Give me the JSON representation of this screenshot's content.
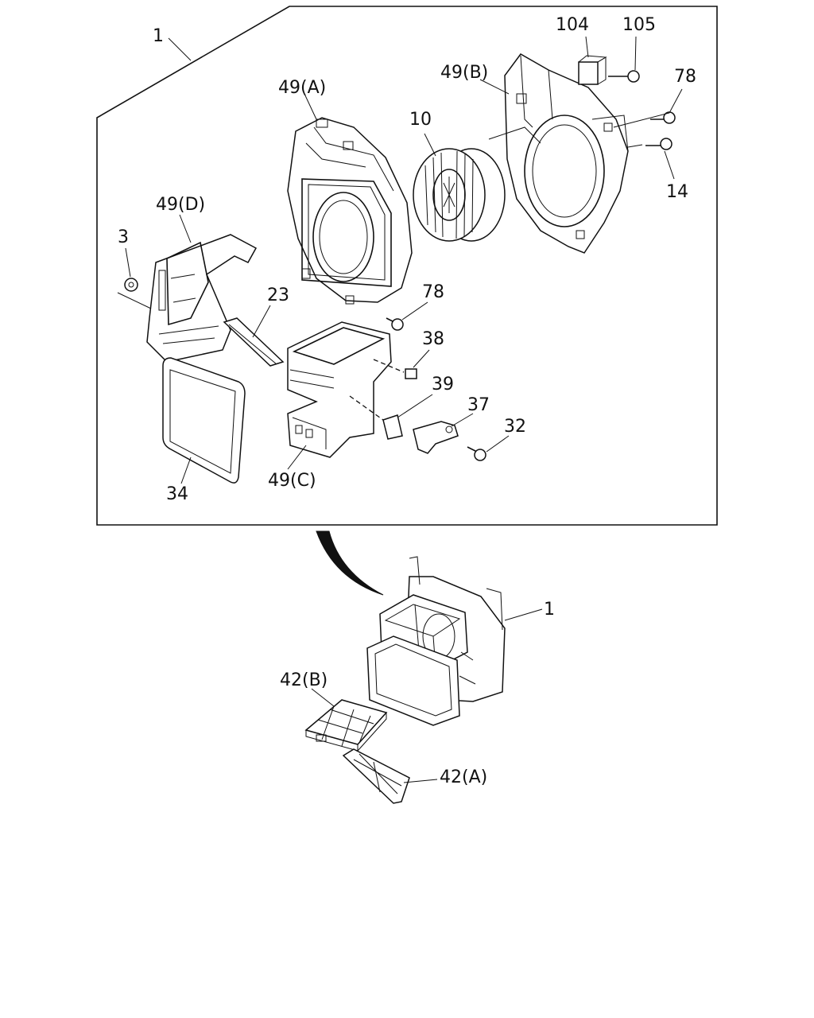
{
  "callouts": [
    {
      "id": "c1",
      "text": "1"
    },
    {
      "id": "c49a",
      "text": "49(A)"
    },
    {
      "id": "c10",
      "text": "10"
    },
    {
      "id": "c49b",
      "text": "49(B)"
    },
    {
      "id": "c104",
      "text": "104"
    },
    {
      "id": "c105",
      "text": "105"
    },
    {
      "id": "c78top",
      "text": "78"
    },
    {
      "id": "c14",
      "text": "14"
    },
    {
      "id": "c49d",
      "text": "49(D)"
    },
    {
      "id": "c3",
      "text": "3"
    },
    {
      "id": "c23",
      "text": "23"
    },
    {
      "id": "c78mid",
      "text": "78"
    },
    {
      "id": "c38",
      "text": "38"
    },
    {
      "id": "c39",
      "text": "39"
    },
    {
      "id": "c37",
      "text": "37"
    },
    {
      "id": "c32",
      "text": "32"
    },
    {
      "id": "c34",
      "text": "34"
    },
    {
      "id": "c49c",
      "text": "49(C)"
    },
    {
      "id": "c1b",
      "text": "1"
    },
    {
      "id": "c42b",
      "text": "42(B)"
    },
    {
      "id": "c42a",
      "text": "42(A)"
    }
  ],
  "colors": {
    "line": "#111111",
    "background": "#ffffff"
  }
}
